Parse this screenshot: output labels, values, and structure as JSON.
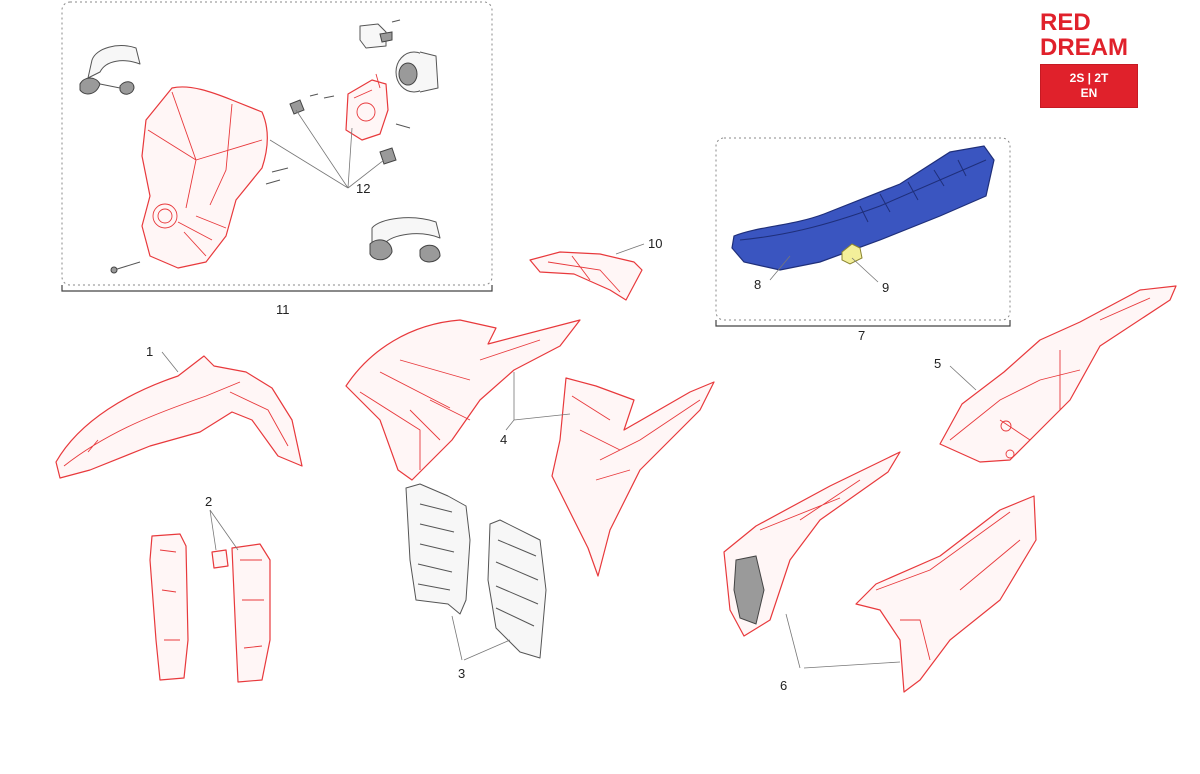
{
  "brand": {
    "line1": "RED",
    "line2": "DREAM",
    "badge_line1": "2S | 2T",
    "badge_line2": "EN",
    "color": "#e0212b"
  },
  "callouts": {
    "c1": "1",
    "c2": "2",
    "c3": "3",
    "c4": "4",
    "c5": "5",
    "c6": "6",
    "c7": "7",
    "c8": "8",
    "c9": "9",
    "c10": "10",
    "c11": "11",
    "c12": "12"
  },
  "colors": {
    "plastic_parts": "#e8393c",
    "seat": "#3a55c0",
    "seat_badge": "#f3ef9a",
    "hardware": "#555555"
  }
}
